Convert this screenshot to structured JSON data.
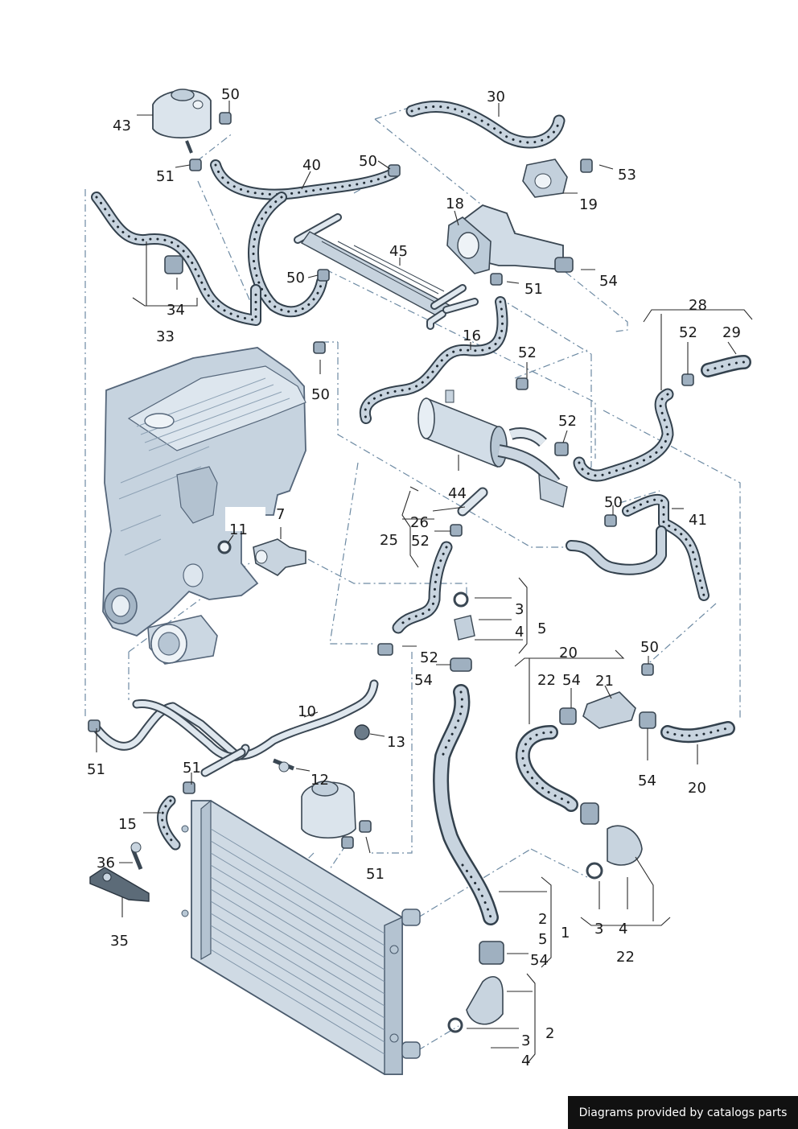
{
  "credit": "Diagrams provided by catalogs parts",
  "callouts": [
    {
      "id": "c43",
      "text": "43"
    },
    {
      "id": "c50a",
      "text": "50"
    },
    {
      "id": "c51a",
      "text": "51"
    },
    {
      "id": "c40",
      "text": "40"
    },
    {
      "id": "c50b",
      "text": "50"
    },
    {
      "id": "c30",
      "text": "30"
    },
    {
      "id": "c53",
      "text": "53"
    },
    {
      "id": "c19",
      "text": "19"
    },
    {
      "id": "c18",
      "text": "18"
    },
    {
      "id": "c45",
      "text": "45"
    },
    {
      "id": "c54a",
      "text": "54"
    },
    {
      "id": "c50c",
      "text": "50"
    },
    {
      "id": "c51b",
      "text": "51"
    },
    {
      "id": "c34",
      "text": "34"
    },
    {
      "id": "c33",
      "text": "33"
    },
    {
      "id": "c16",
      "text": "16"
    },
    {
      "id": "c28",
      "text": "28"
    },
    {
      "id": "c52a",
      "text": "52"
    },
    {
      "id": "c29",
      "text": "29"
    },
    {
      "id": "c52b",
      "text": "52"
    },
    {
      "id": "c50d",
      "text": "50"
    },
    {
      "id": "c52c",
      "text": "52"
    },
    {
      "id": "c44",
      "text": "44"
    },
    {
      "id": "c7",
      "text": "7"
    },
    {
      "id": "c11",
      "text": "11"
    },
    {
      "id": "c26",
      "text": "26"
    },
    {
      "id": "c25",
      "text": "25"
    },
    {
      "id": "c52d",
      "text": "52"
    },
    {
      "id": "c50e",
      "text": "50"
    },
    {
      "id": "c41",
      "text": "41"
    },
    {
      "id": "c3a",
      "text": "3"
    },
    {
      "id": "c4a",
      "text": "4"
    },
    {
      "id": "c5a",
      "text": "5"
    },
    {
      "id": "c52e",
      "text": "52"
    },
    {
      "id": "c54b",
      "text": "54"
    },
    {
      "id": "c20a",
      "text": "20"
    },
    {
      "id": "c50f",
      "text": "50"
    },
    {
      "id": "c22a",
      "text": "22"
    },
    {
      "id": "c54c",
      "text": "54"
    },
    {
      "id": "c21",
      "text": "21"
    },
    {
      "id": "c10",
      "text": "10"
    },
    {
      "id": "c13",
      "text": "13"
    },
    {
      "id": "c51c",
      "text": "51"
    },
    {
      "id": "c51d",
      "text": "51"
    },
    {
      "id": "c12",
      "text": "12"
    },
    {
      "id": "c54d",
      "text": "54"
    },
    {
      "id": "c20b",
      "text": "20"
    },
    {
      "id": "c15",
      "text": "15"
    },
    {
      "id": "c36",
      "text": "36"
    },
    {
      "id": "c51e",
      "text": "51"
    },
    {
      "id": "c35",
      "text": "35"
    },
    {
      "id": "c2a",
      "text": "2"
    },
    {
      "id": "c5b",
      "text": "5"
    },
    {
      "id": "c1",
      "text": "1"
    },
    {
      "id": "c54e",
      "text": "54"
    },
    {
      "id": "c3b",
      "text": "3"
    },
    {
      "id": "c4b",
      "text": "4"
    },
    {
      "id": "c22b",
      "text": "22"
    },
    {
      "id": "c2b",
      "text": "2"
    },
    {
      "id": "c3c",
      "text": "3"
    },
    {
      "id": "c4c",
      "text": "4"
    }
  ]
}
